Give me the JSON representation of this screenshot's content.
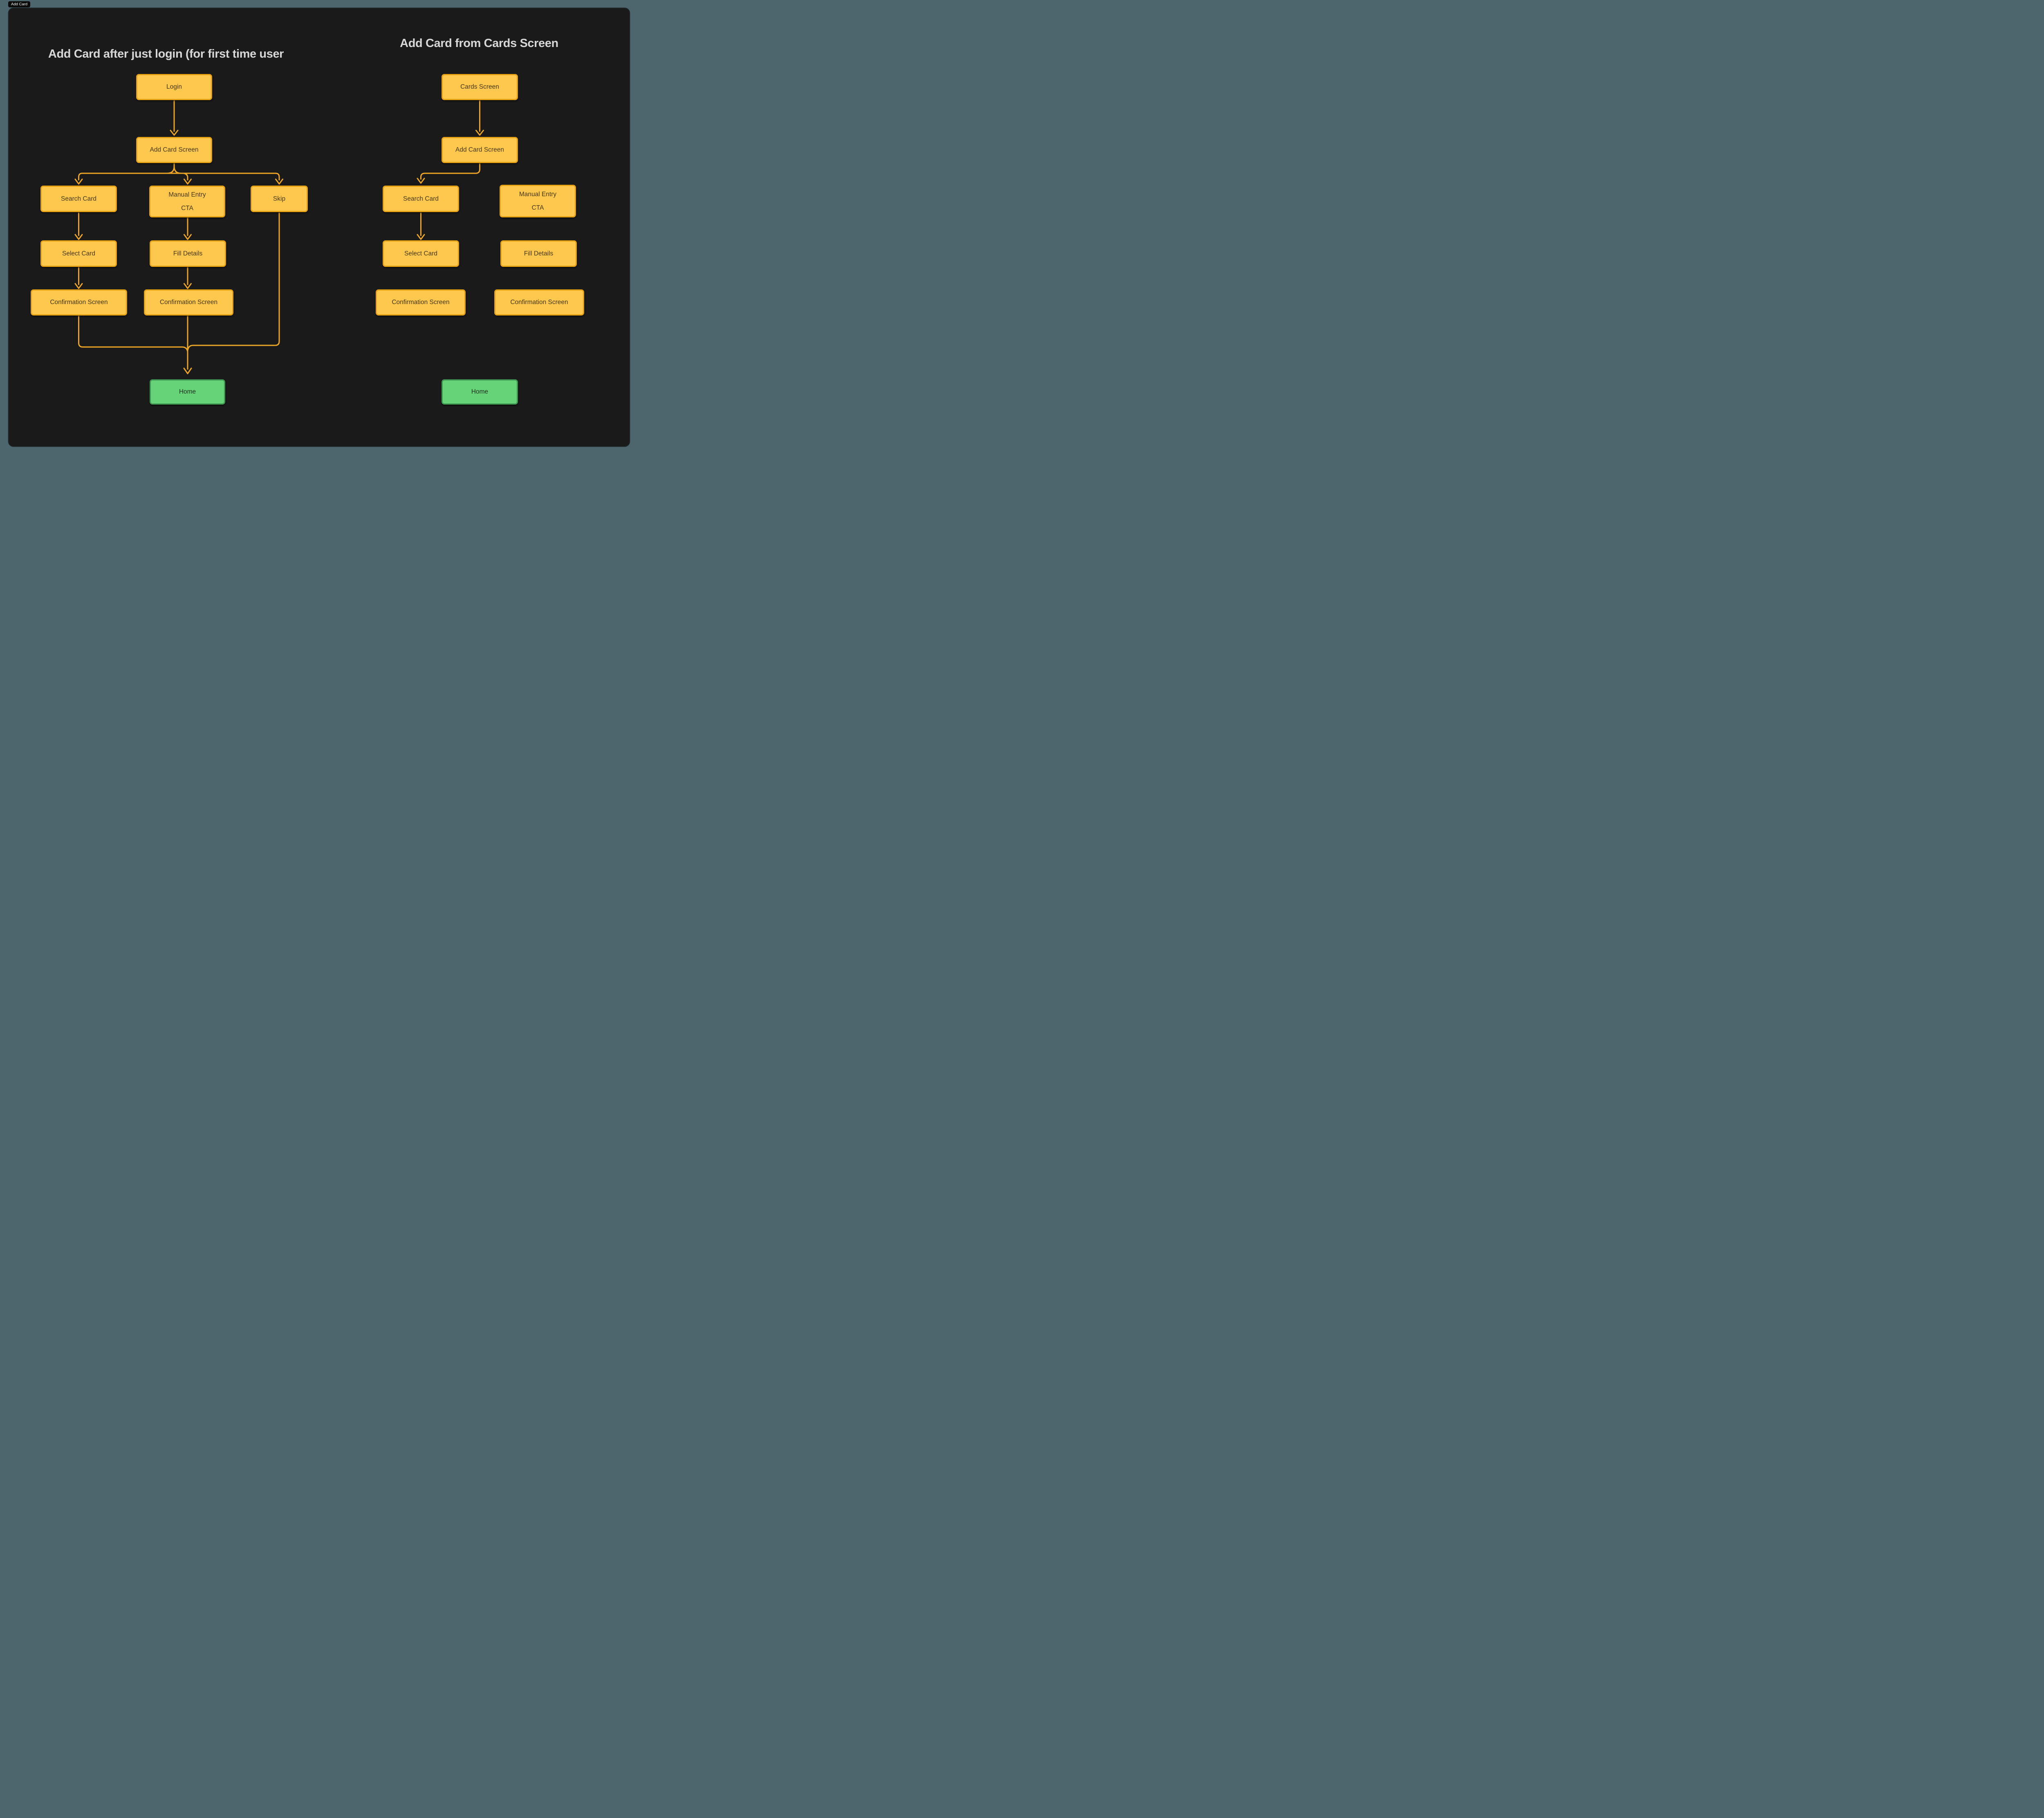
{
  "canvas": {
    "tab_label": "Add Card"
  },
  "colors": {
    "outer_bg": "#4d666d",
    "frame_bg": "#1a1a1b",
    "node_fill": "#fdc84d",
    "node_border": "#e7a214",
    "node_text": "#453611",
    "home_fill": "#67d379",
    "home_border": "#3e9853",
    "home_text": "#1e301e",
    "connector": "#eca526",
    "title_text": "#d7d7d7",
    "tab_bg": "#0c0c0c",
    "tab_text": "#f5f5f5"
  },
  "left_flow": {
    "title": "Add Card after just login (for first time user",
    "nodes": {
      "login": "Login",
      "add_card_screen": "Add Card Screen",
      "search_card": "Search Card",
      "manual_entry_line1": "Manual Entry",
      "manual_entry_line2": "CTA",
      "skip": "Skip",
      "select_card": "Select Card",
      "fill_details": "Fill Details",
      "confirmation_search": "Confirmation Screen",
      "confirmation_manual": "Confirmation Screen",
      "home": "Home"
    }
  },
  "right_flow": {
    "title": "Add Card from Cards Screen",
    "nodes": {
      "cards_screen": "Cards Screen",
      "add_card_screen": "Add Card Screen",
      "search_card": "Search Card",
      "manual_entry_line1": "Manual Entry",
      "manual_entry_line2": "CTA",
      "select_card": "Select Card",
      "fill_details": "Fill Details",
      "confirmation_search": "Confirmation Screen",
      "confirmation_manual": "Confirmation Screen",
      "home": "Home"
    }
  }
}
